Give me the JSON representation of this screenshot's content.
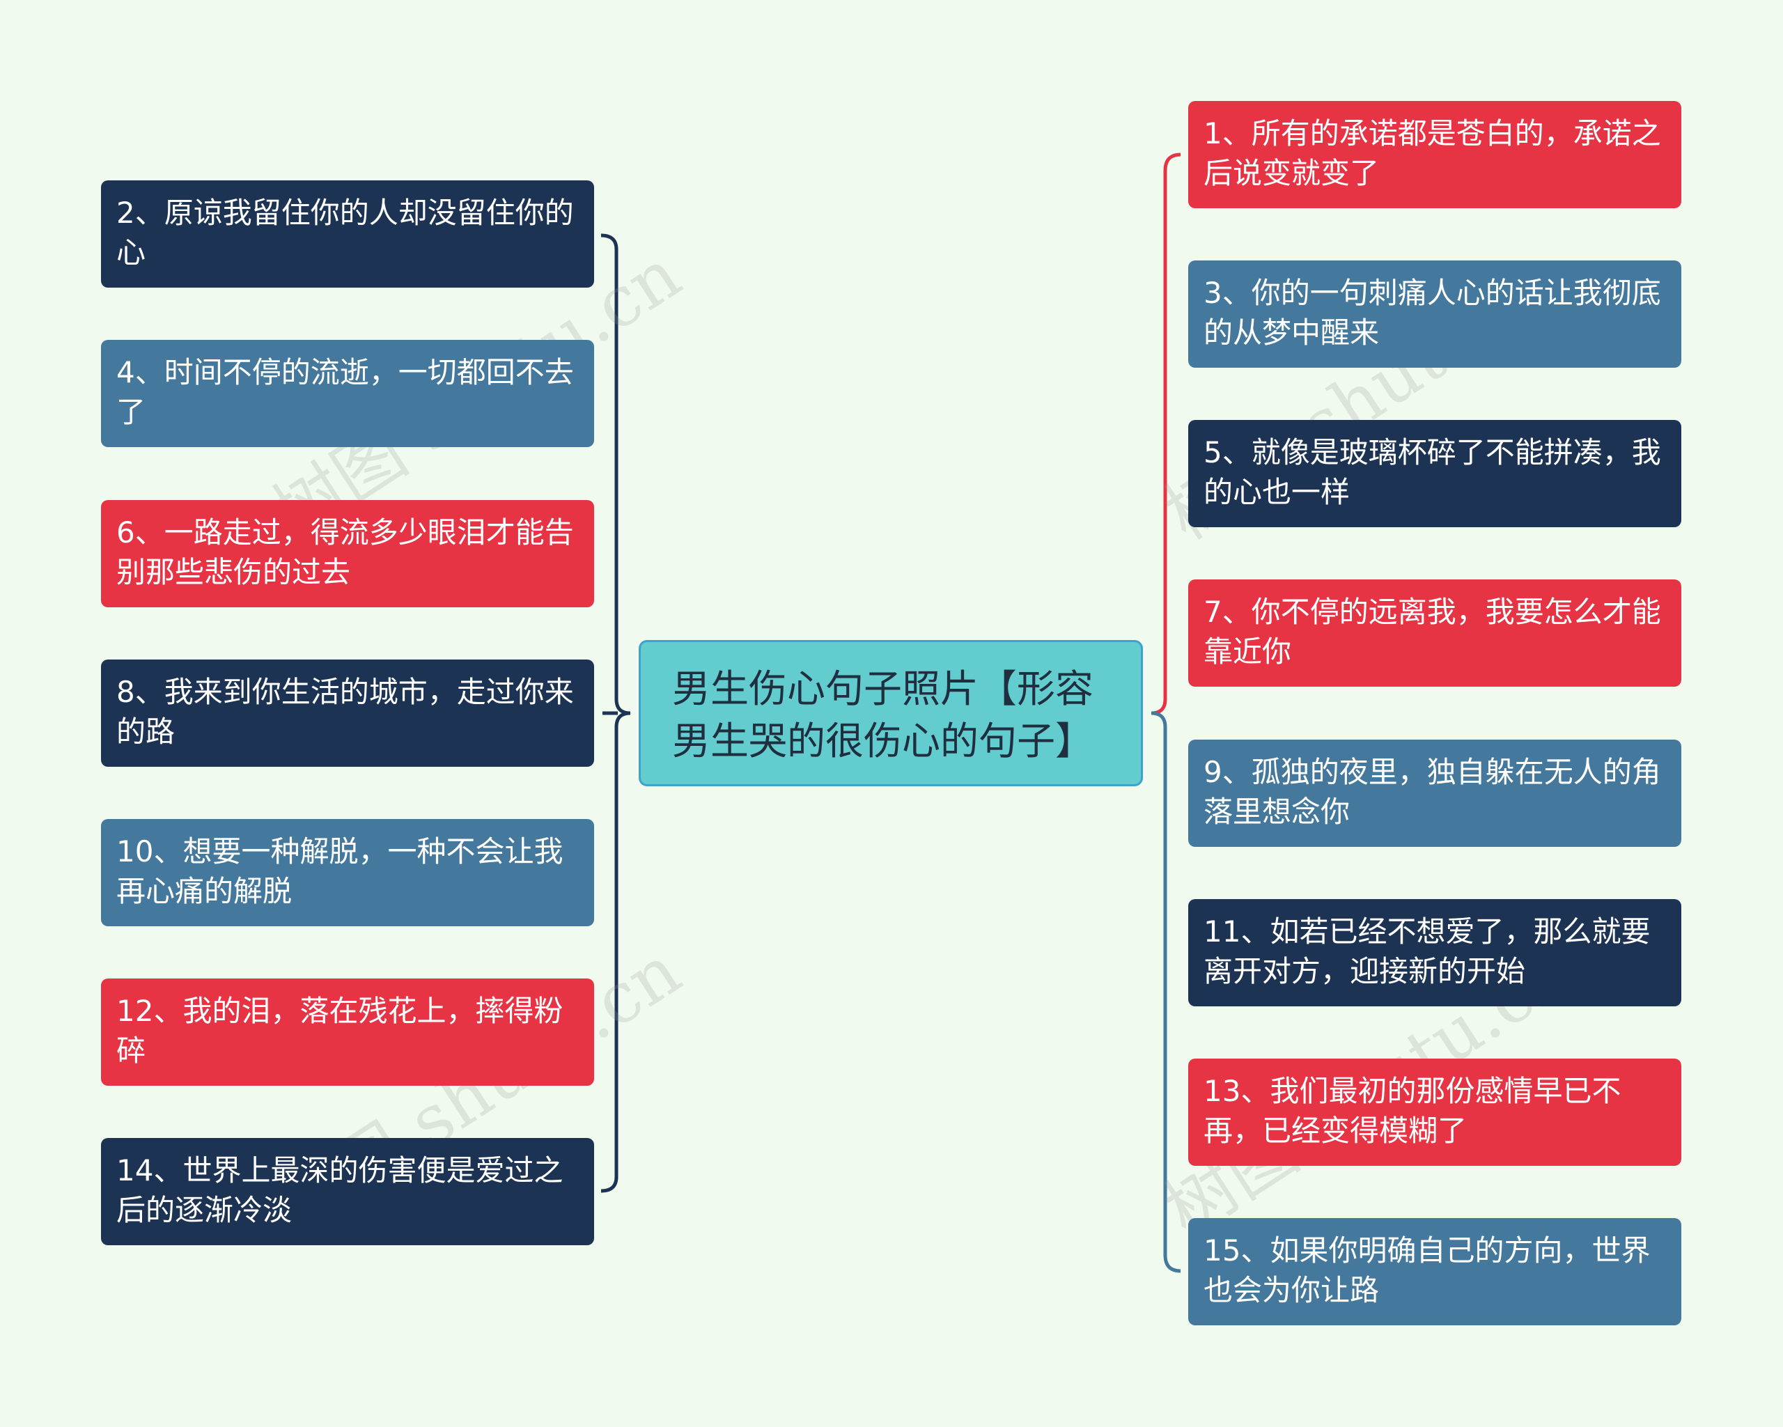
{
  "center": {
    "title": "男生伤心句子照片【形容男生哭的很伤心的句子】"
  },
  "left_nodes": [
    {
      "text": "2、原谅我留住你的人却没留住你的心",
      "color": "#1c3354"
    },
    {
      "text": "4、时间不停的流逝，一切都回不去了",
      "color": "#44789c"
    },
    {
      "text": "6、一路走过，得流多少眼泪才能告别那些悲伤的过去",
      "color": "#e73445"
    },
    {
      "text": "8、我来到你生活的城市，走过你来的路",
      "color": "#1c3354"
    },
    {
      "text": "10、想要一种解脱，一种不会让我再心痛的解脱",
      "color": "#44789c"
    },
    {
      "text": "12、我的泪，落在残花上，摔得粉碎",
      "color": "#e73445"
    },
    {
      "text": "14、世界上最深的伤害便是爱过之后的逐渐冷淡",
      "color": "#1c3354"
    }
  ],
  "right_nodes": [
    {
      "text": "1、所有的承诺都是苍白的，承诺之后说变就变了",
      "color": "#e73445"
    },
    {
      "text": "3、你的一句刺痛人心的话让我彻底的从梦中醒来",
      "color": "#44789c"
    },
    {
      "text": "5、就像是玻璃杯碎了不能拼凑，我的心也一样",
      "color": "#1c3354"
    },
    {
      "text": "7、你不停的远离我，我要怎么才能靠近你",
      "color": "#e73445"
    },
    {
      "text": "9、孤独的夜里，独自躲在无人的角落里想念你",
      "color": "#44789c"
    },
    {
      "text": "11、如若已经不想爱了，那么就要离开对方，迎接新的开始",
      "color": "#1c3354"
    },
    {
      "text": "13、我们最初的那份感情早已不再，已经变得模糊了",
      "color": "#e73445"
    },
    {
      "text": "15、如果你明确自己的方向，世界也会为你让路",
      "color": "#44789c"
    }
  ],
  "connector_colors": {
    "left": "#1c3354",
    "right_upper": "#e73445",
    "right_lower": "#44789c"
  },
  "watermark": {
    "text": "树图 shutu.cn"
  }
}
